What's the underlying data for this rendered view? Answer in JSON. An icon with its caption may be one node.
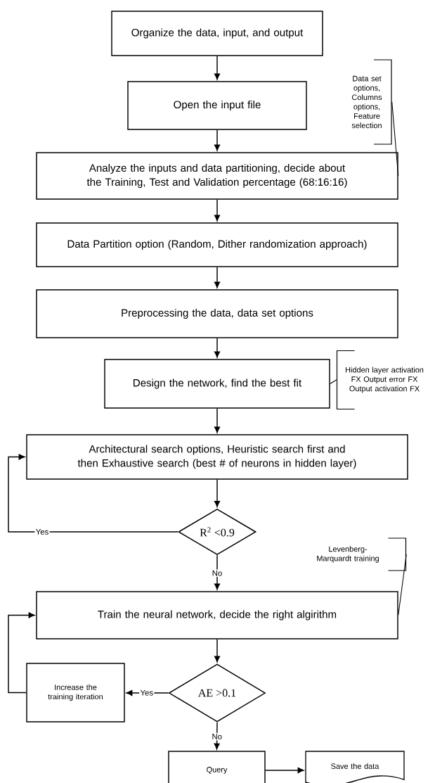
{
  "diagram": {
    "nodes": [
      {
        "text": [
          "Organize the data, input, and output"
        ]
      },
      {
        "text": [
          "Open the input file"
        ]
      },
      {
        "text": [
          "Data set options, Columns options, Feature selection"
        ]
      },
      {
        "text": [
          "Analyze the inputs and data partitioning, decide about the Training, Test and Validation percentage (68:16:16)"
        ]
      },
      {
        "text": [
          "Data Partition option (Random, Dither randomization approach)"
        ]
      },
      {
        "text": [
          "Preprocessing the data, data set options"
        ]
      },
      {
        "text": [
          "Design the network, find the best fit"
        ]
      },
      {
        "text": [
          "Hidden layer activation FX Output error FX Output activation FX"
        ]
      },
      {
        "text": [
          "Architectural search options, Heuristic search first and then Exhaustive search (best # of neurons in hidden layer)"
        ]
      },
      {
        "text": [
          "R$^{2}$ <0.9"
        ]
      },
      {
        "text": [
          "Levenberg-Marquardt training"
        ]
      },
      {
        "text": [
          "Train the neural network, decide the right algirithm"
        ]
      },
      {
        "text": [
          "AE >0.1"
        ]
      },
      {
        "text": [
          "Increase the training iteration"
        ]
      },
      {
        "text": [
          "Query"
        ]
      },
      {
        "text": [
          "Save the data"
        ]
      }
    ],
    "edges": [
      {
        "from": 0,
        "to": 1,
        "arrow": "to"
      },
      {
        "from": 1,
        "to": 3,
        "arrow": "to"
      },
      {
        "from": 2,
        "to": 3,
        "arrow": "none"
      },
      {
        "from": 3,
        "to": 4,
        "arrow": "to"
      },
      {
        "from": 4,
        "to": 5,
        "arrow": "to"
      },
      {
        "from": 5,
        "to": 6,
        "arrow": "to"
      },
      {
        "from": 7,
        "to": 6,
        "arrow": "none"
      },
      {
        "from": 6,
        "to": 8,
        "arrow": "to"
      },
      {
        "from": 8,
        "to": 9,
        "arrow": "to"
      },
      {
        "from": 9,
        "to": 8,
        "arrow": "to",
        "label": "Yes"
      },
      {
        "from": 9,
        "to": 11,
        "arrow": "to",
        "label": "No"
      },
      {
        "from": 10,
        "to": 11,
        "arrow": "none"
      },
      {
        "from": 11,
        "to": 12,
        "arrow": "to"
      },
      {
        "from": 12,
        "to": 13,
        "arrow": "to",
        "label": "Yes"
      },
      {
        "from": 13,
        "to": 11,
        "arrow": "to"
      },
      {
        "from": 12,
        "to": 14,
        "arrow": "to",
        "label": "No"
      },
      {
        "from": 14,
        "to": 15,
        "arrow": "to"
      }
    ]
  }
}
